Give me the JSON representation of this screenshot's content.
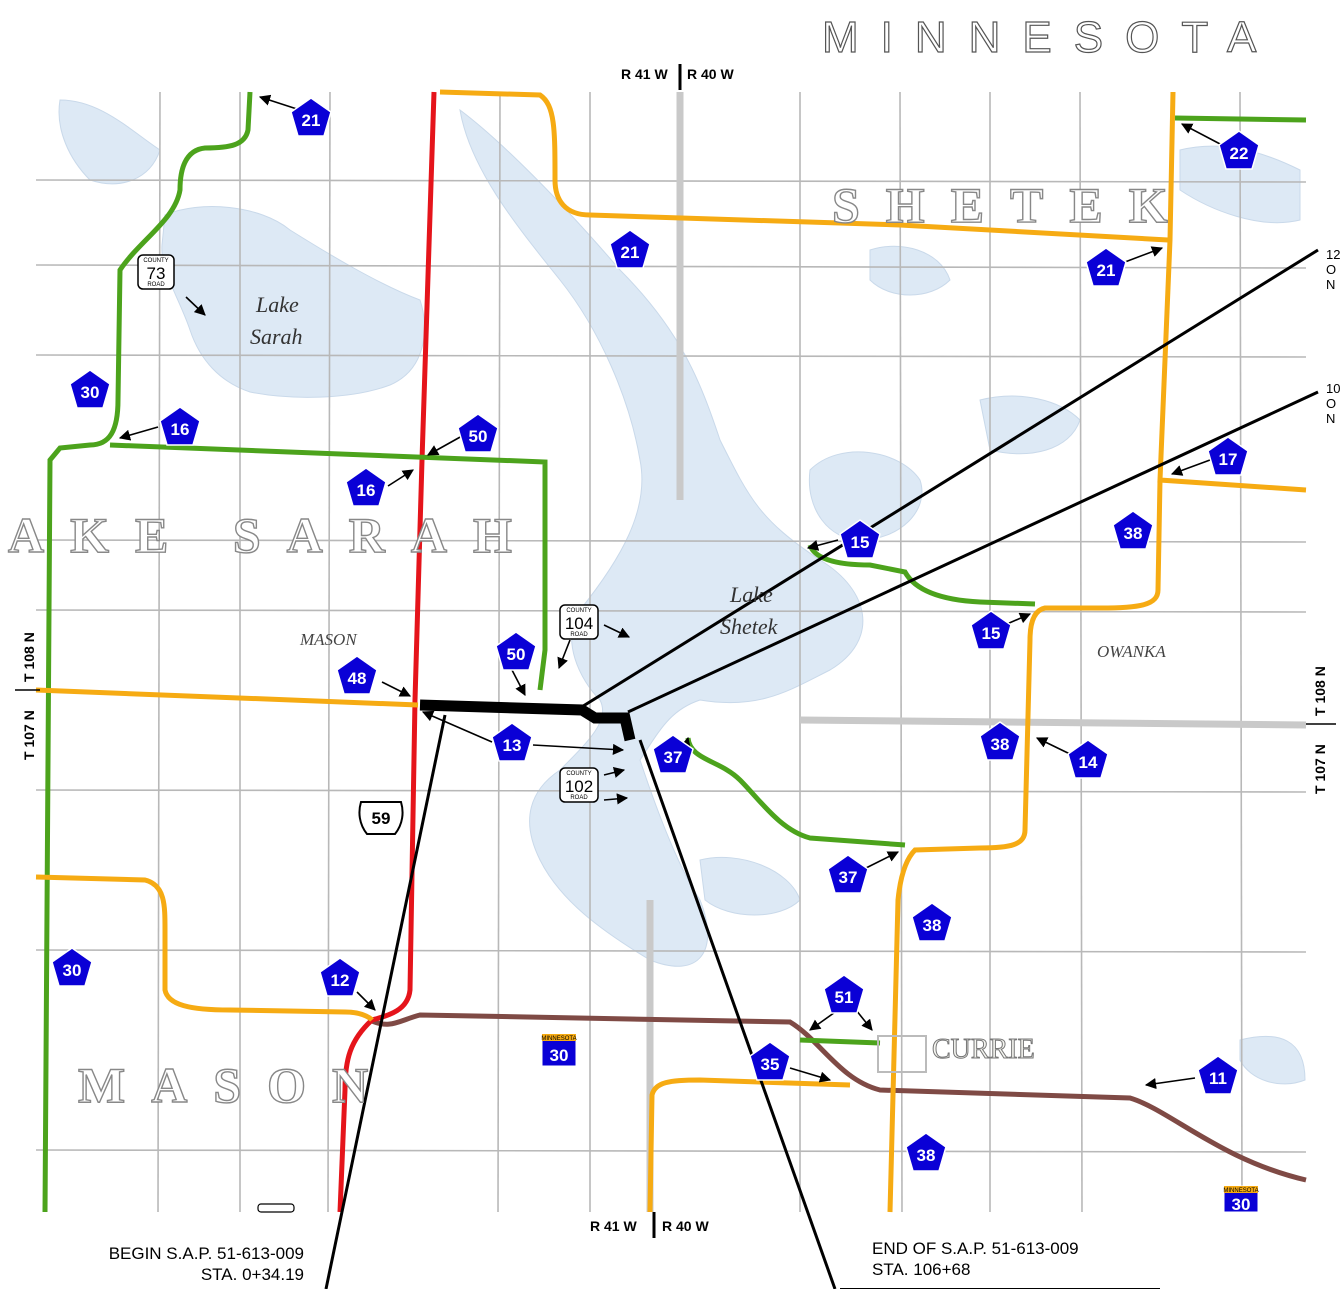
{
  "state_label": "MINNESOTA",
  "township_labels": {
    "shetek": "SHETEK",
    "lake_sarah": "AKE SARAH",
    "mason": "MASON"
  },
  "lake_labels": {
    "lake_sarah_1": "Lake",
    "lake_sarah_2": "Sarah",
    "lake_shetek_1": "Lake",
    "lake_shetek_2": "Shetek"
  },
  "place_labels": {
    "mason": "MASON",
    "owanka": "OWANKA",
    "currie": "CURRIE"
  },
  "range_labels": {
    "top": {
      "left": "R 41 W",
      "right": "R 40 W"
    },
    "bottom": {
      "left": "R 41 W",
      "right": "R 40 W"
    }
  },
  "township_side_labels": {
    "left_north": "T 108 N",
    "left_south": "T 107 N",
    "right_north": "T 108 N",
    "right_south": "T 107 N"
  },
  "route_shields": {
    "csah": [
      "21",
      "21",
      "22",
      "21",
      "30",
      "16",
      "50",
      "16",
      "17",
      "15",
      "38",
      "15",
      "50",
      "48",
      "13",
      "38",
      "14",
      "37",
      "37",
      "38",
      "30",
      "12",
      "51",
      "35",
      "11",
      "38"
    ],
    "county_road": [
      "73",
      "104",
      "102"
    ],
    "county_road_header": "COUNTY",
    "county_road_footer": "ROAD",
    "us": [
      "59"
    ],
    "state": [
      "30",
      "30"
    ],
    "state_header": "MINNESOTA"
  },
  "annotations": {
    "begin_line1": "BEGIN S.A.P. 51-613-009",
    "begin_line2": "STA. 0+34.19",
    "end_line1": "END OF S.A.P. 51-613-009",
    "end_line2": "STA. 106+68",
    "right_edge_1": [
      "12",
      "O",
      "N"
    ],
    "right_edge_2": [
      "10",
      "O",
      "N"
    ]
  },
  "colors": {
    "water": "#dde9f5",
    "road_minor": "#b8b8b8",
    "csah_green": "#4ca31c",
    "county_orange": "#f6ab13",
    "us_red": "#e5141b",
    "state_brown": "#7f4a45",
    "project": "#000000",
    "shield_blue": "#0a00d6"
  }
}
